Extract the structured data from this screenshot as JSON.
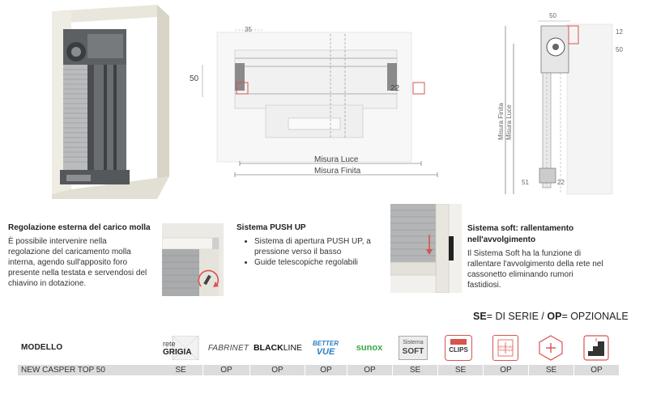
{
  "diagram_center": {
    "dim_35": "35",
    "dim_50": "50",
    "dim_22": "22",
    "misura_luce": "Misura Luce",
    "misura_finita": "Misura Finita"
  },
  "diagram_right": {
    "dim_50": "50",
    "dim_12": "12",
    "dim_50b": "50",
    "misura_finita": "Misura Finita",
    "misura_luce": "Misura Luce",
    "dim_51": "51",
    "dim_22": "22"
  },
  "features": {
    "f1_title": "Regolazione esterna del carico molla",
    "f1_body": [
      "È possibile intervenire nella",
      "regolazione del caricamento molla",
      "interna, agendo sull'apposito foro",
      "presente nella testata e servendosi del",
      "chiavino in dotazione."
    ],
    "f2_title": "Sistema PUSH UP",
    "f2_bullets": [
      "Sistema di apertura PUSH UP, a",
      "pressione verso il basso",
      "Guide telescopiche regolabili"
    ],
    "f3_title": [
      "Sistema soft: rallentamento",
      "nell'avvolgimento"
    ],
    "f3_body": [
      "Il Sistema Soft ha la funzione di",
      "rallentare l'avvolgimento della rete nel",
      "cassonetto eliminando rumori",
      "fastidiosi."
    ]
  },
  "legend": {
    "se": "SE",
    "se_text": "= DI SERIE / ",
    "op": "OP",
    "op_text": "= OPZIONALE"
  },
  "table": {
    "header": "MODELLO",
    "logos": {
      "rete_small": "rete",
      "rete_big": "GRIGIA",
      "fabrinet": "FABRINET",
      "black": "BLACK",
      "line": "LINE",
      "better": "BETTER",
      "vue": "VUE",
      "sunox": "sunox",
      "sistema": "Sistema",
      "soft": "SOFT",
      "clips": "CLIPS",
      "apertura": "APERTURA FRONTALE"
    },
    "row": {
      "model": "NEW CASPER TOP 50",
      "values": [
        "SE",
        "OP",
        "OP",
        "OP",
        "OP",
        "SE",
        "SE",
        "OP",
        "SE",
        "OP"
      ]
    }
  }
}
